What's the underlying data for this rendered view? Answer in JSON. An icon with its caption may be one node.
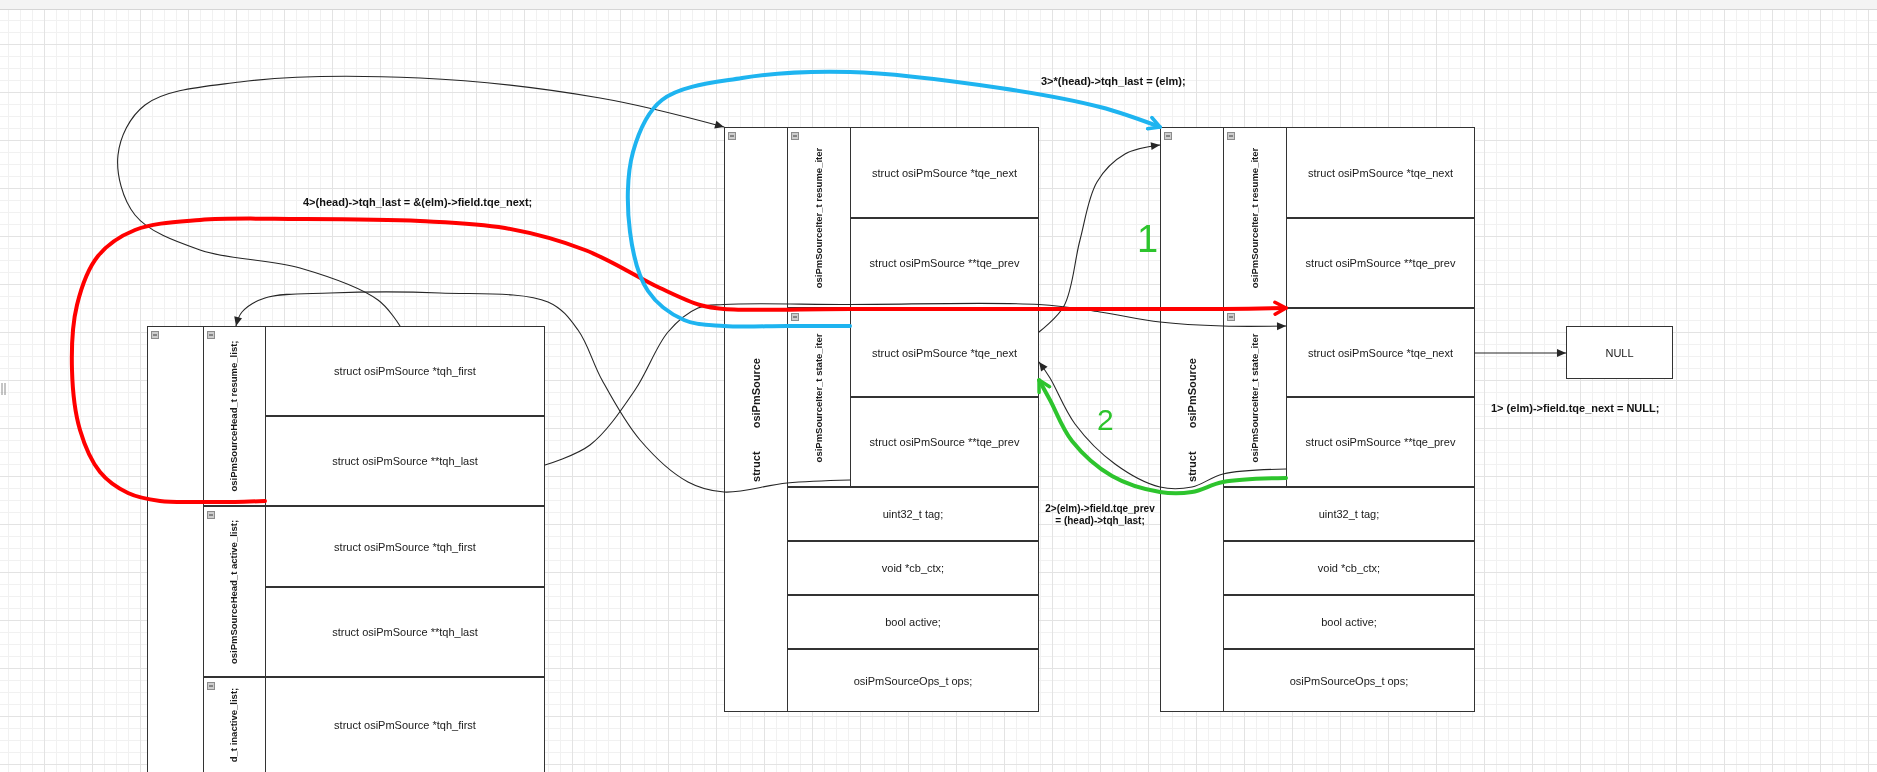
{
  "diagram": {
    "nodes": [
      {
        "text": [],
        "shape": "box"
      },
      {
        "text": [
          "osiPmSourceHead_t resume_list;"
        ],
        "in": 0
      },
      {
        "text": [
          "struct osiPmSource *tqh_first"
        ],
        "in": 1
      },
      {
        "text": [
          "struct osiPmSource **tqh_last"
        ],
        "in": 1
      },
      {
        "text": [
          "osiPmSourceHead_t active_list;"
        ],
        "in": 0
      },
      {
        "text": [
          "struct osiPmSource *tqh_first"
        ],
        "in": 4
      },
      {
        "text": [
          "struct osiPmSource **tqh_last"
        ],
        "in": 4
      },
      {
        "text": [
          "d_t inactive_list;"
        ],
        "in": 0
      },
      {
        "text": [
          "struct osiPmSource *tqh_first"
        ],
        "in": 7
      },
      {
        "text": [
          "struct osiPmSource"
        ]
      },
      {
        "text": [
          "osiPmSourceIter_t resume_iter"
        ],
        "in": 9
      },
      {
        "text": [
          "struct osiPmSource *tqe_next"
        ],
        "in": 10
      },
      {
        "text": [
          "struct osiPmSource **tqe_prev"
        ],
        "in": 10
      },
      {
        "text": [
          "osiPmSourceIter_t state_iter"
        ],
        "in": 9
      },
      {
        "text": [
          "struct osiPmSource *tqe_next"
        ],
        "in": 13
      },
      {
        "text": [
          "struct osiPmSource **tqe_prev"
        ],
        "in": 13
      },
      {
        "text": [
          "uint32_t tag;"
        ],
        "in": 9
      },
      {
        "text": [
          "void *cb_ctx;"
        ],
        "in": 9
      },
      {
        "text": [
          "bool active;"
        ],
        "in": 9
      },
      {
        "text": [
          "osiPmSourceOps_t ops;"
        ],
        "in": 9
      },
      {
        "text": [
          "struct osiPmSource"
        ]
      },
      {
        "text": [
          "osiPmSourceIter_t resume_iter"
        ],
        "in": 20
      },
      {
        "text": [
          "struct osiPmSource *tqe_next"
        ],
        "in": 21
      },
      {
        "text": [
          "struct osiPmSource **tqe_prev"
        ],
        "in": 21
      },
      {
        "text": [
          "osiPmSourceIter_t state_iter"
        ],
        "in": 20
      },
      {
        "text": [
          "struct osiPmSource *tqe_next"
        ],
        "in": 24
      },
      {
        "text": [
          "struct osiPmSource **tqe_prev"
        ],
        "in": 24
      },
      {
        "text": [
          "uint32_t tag;"
        ],
        "in": 20
      },
      {
        "text": [
          "void *cb_ctx;"
        ],
        "in": 20
      },
      {
        "text": [
          "bool active;"
        ],
        "in": 20
      },
      {
        "text": [
          "osiPmSourceOps_t ops;"
        ],
        "in": 20
      },
      {
        "text": [
          "NULL"
        ]
      }
    ],
    "edges": [
      {
        "from": 2,
        "to": 9,
        "arrow": "to"
      },
      {
        "from": 15,
        "to": 1,
        "arrow": "to"
      },
      {
        "from": 14,
        "to": 20,
        "arrow": "to"
      },
      {
        "from": 3,
        "to": 25,
        "arrow": "to"
      },
      {
        "from": 26,
        "to": 14,
        "arrow": "to"
      },
      {
        "from": 25,
        "to": 31,
        "arrow": "to"
      },
      {
        "from": 3,
        "to": 25,
        "arrow": "to",
        "style": "thick",
        "color": "#ff0000"
      },
      {
        "from": 14,
        "to": 20,
        "arrow": "to",
        "style": "thick",
        "color": "#1eb4f0"
      },
      {
        "from": 26,
        "to": 14,
        "arrow": "to",
        "style": "thick",
        "color": "#2dc42d"
      }
    ],
    "labels": [
      "3>*(head)->tqh_last = (elm);",
      "4>(head)->tqh_last = &(elm)->field.tqe_next;",
      "1",
      "1> (elm)->field.tqe_next = NULL;",
      "2",
      "2>(elm)->field.tqe_prev = (head)->tqh_last;"
    ]
  }
}
